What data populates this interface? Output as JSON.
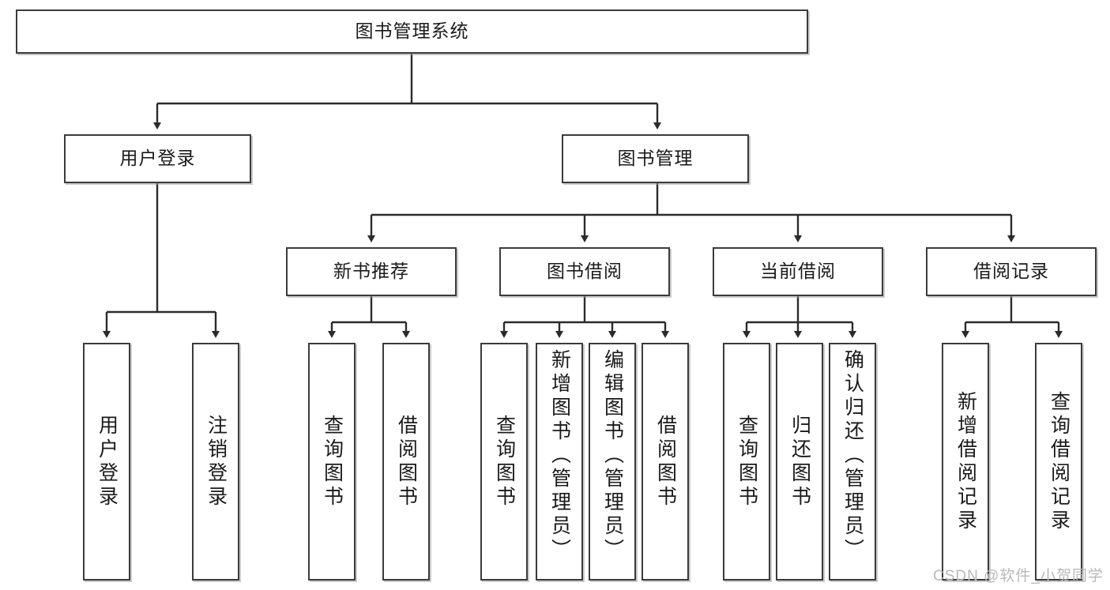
{
  "diagram": {
    "type": "tree",
    "title": "图书管理系统",
    "watermark": "CSDN @软件_小贺同学",
    "colors": {
      "box_border": "#3b3b3b",
      "box_fill": "#ffffff",
      "text": "#1a1a1a",
      "link": "#2b2b2b",
      "watermark": "#b9b9b9",
      "background": "#ffffff"
    },
    "nodes": {
      "root": {
        "label": "图书管理系统"
      },
      "level2": [
        {
          "label": "用户登录"
        },
        {
          "label": "图书管理"
        }
      ],
      "level3": [
        {
          "label": "新书推荐"
        },
        {
          "label": "图书借阅"
        },
        {
          "label": "当前借阅"
        },
        {
          "label": "借阅记录"
        }
      ],
      "leaves": {
        "user_login": [
          {
            "label": "用户登录"
          },
          {
            "label": "注销登录"
          }
        ],
        "new_book_rec": [
          {
            "label": "查询图书"
          },
          {
            "label": "借阅图书"
          }
        ],
        "book_borrow": [
          {
            "label": "查询图书"
          },
          {
            "label": "新增图书（管理员）"
          },
          {
            "label": "编辑图书（管理员）"
          },
          {
            "label": "借阅图书"
          }
        ],
        "current_borrow": [
          {
            "label": "查询图书"
          },
          {
            "label": "归还图书"
          },
          {
            "label": "确认归还（管理员）"
          }
        ],
        "borrow_record": [
          {
            "label": "新增借阅记录"
          },
          {
            "label": "查询借阅记录"
          }
        ]
      }
    }
  }
}
